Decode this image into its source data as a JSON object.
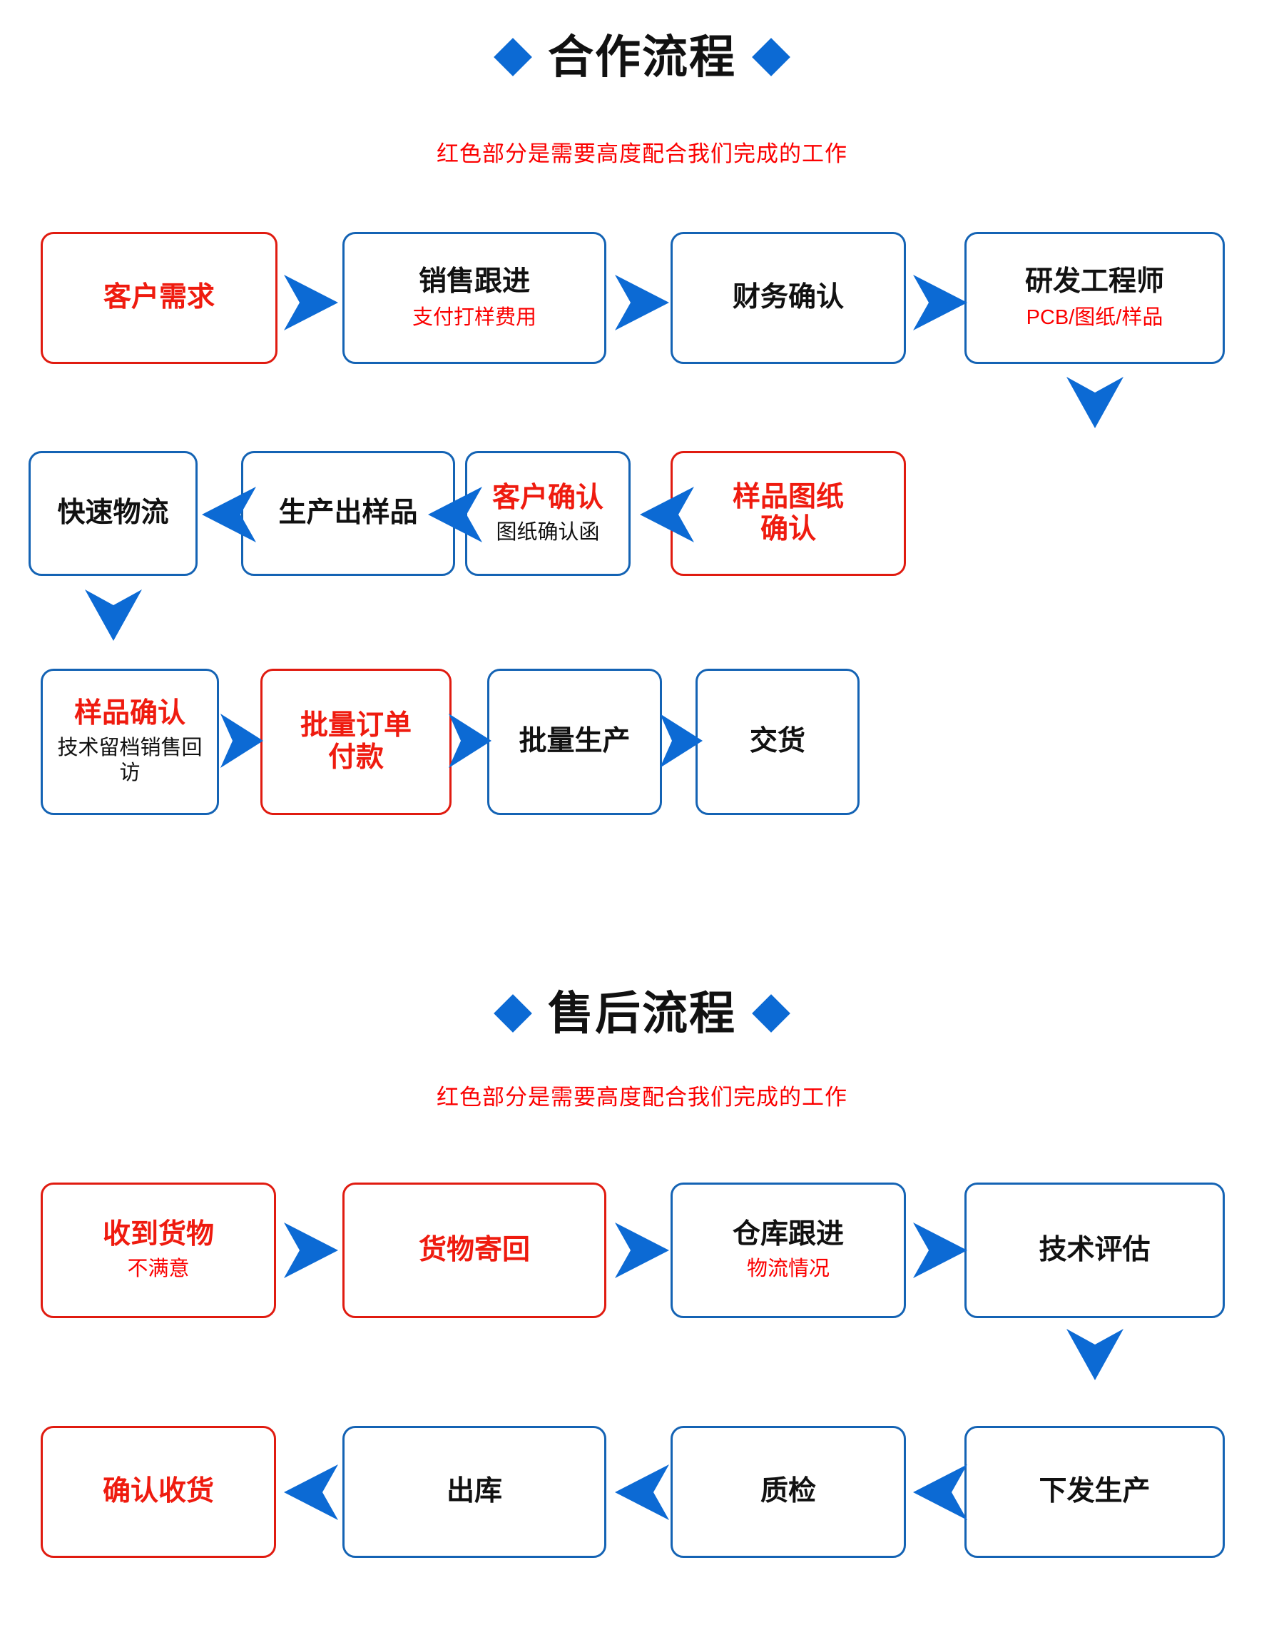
{
  "sections": [
    {
      "id": "cooperation",
      "title": "合作流程",
      "subtitle": "红色部分是需要高度配合我们完成的工作",
      "left_diamond": "diamond-icon",
      "right_diamond": "diamond-icon",
      "nodes": [
        {
          "id": "n1",
          "main": "客户需求",
          "main_color": "red",
          "border": "red",
          "sub": "",
          "sub_color": ""
        },
        {
          "id": "n2",
          "main": "销售跟进",
          "main_color": "black",
          "border": "blue",
          "sub": "支付打样费用",
          "sub_color": "red"
        },
        {
          "id": "n3",
          "main": "财务确认",
          "main_color": "black",
          "border": "blue",
          "sub": "",
          "sub_color": ""
        },
        {
          "id": "n4",
          "main": "研发工程师",
          "main_color": "black",
          "border": "blue",
          "sub": "PCB/图纸/样品",
          "sub_color": "red"
        },
        {
          "id": "n5",
          "main": "样品图纸\n确认",
          "main_color": "red",
          "border": "red",
          "sub": "",
          "sub_color": ""
        },
        {
          "id": "n6",
          "main": "客户确认",
          "main_color": "red",
          "border": "blue",
          "sub": "图纸确认函",
          "sub_color": "black"
        },
        {
          "id": "n7",
          "main": "生产出样品",
          "main_color": "black",
          "border": "blue",
          "sub": "",
          "sub_color": ""
        },
        {
          "id": "n8",
          "main": "快速物流",
          "main_color": "black",
          "border": "blue",
          "sub": "",
          "sub_color": ""
        },
        {
          "id": "n9",
          "main": "样品确认",
          "main_color": "red",
          "border": "blue",
          "sub": "技术留档销售回访",
          "sub_color": "black"
        },
        {
          "id": "n10",
          "main": "批量订单\n付款",
          "main_color": "red",
          "border": "red",
          "sub": "",
          "sub_color": ""
        },
        {
          "id": "n11",
          "main": "批量生产",
          "main_color": "black",
          "border": "blue",
          "sub": "",
          "sub_color": ""
        },
        {
          "id": "n12",
          "main": "交货",
          "main_color": "black",
          "border": "blue",
          "sub": "",
          "sub_color": ""
        }
      ],
      "arrows": [
        {
          "id": "a1",
          "dir": "right",
          "from": "n1",
          "to": "n2"
        },
        {
          "id": "a2",
          "dir": "right",
          "from": "n2",
          "to": "n3"
        },
        {
          "id": "a3",
          "dir": "right",
          "from": "n3",
          "to": "n4"
        },
        {
          "id": "a4",
          "dir": "down",
          "from": "n4",
          "to": "n5"
        },
        {
          "id": "a5",
          "dir": "left",
          "from": "n5",
          "to": "n6"
        },
        {
          "id": "a6",
          "dir": "left",
          "from": "n6",
          "to": "n7"
        },
        {
          "id": "a7",
          "dir": "left",
          "from": "n7",
          "to": "n8"
        },
        {
          "id": "a8",
          "dir": "down",
          "from": "n8",
          "to": "n9"
        },
        {
          "id": "a9",
          "dir": "right",
          "from": "n9",
          "to": "n10"
        },
        {
          "id": "a10",
          "dir": "right",
          "from": "n10",
          "to": "n11"
        },
        {
          "id": "a11",
          "dir": "right",
          "from": "n11",
          "to": "n12"
        }
      ]
    },
    {
      "id": "after-sales",
      "title": "售后流程",
      "subtitle": "红色部分是需要高度配合我们完成的工作",
      "left_diamond": "diamond-icon",
      "right_diamond": "diamond-icon",
      "nodes": [
        {
          "id": "m1",
          "main": "收到货物",
          "main_color": "red",
          "border": "red",
          "sub": "不满意",
          "sub_color": "red"
        },
        {
          "id": "m2",
          "main": "货物寄回",
          "main_color": "red",
          "border": "red",
          "sub": "",
          "sub_color": ""
        },
        {
          "id": "m3",
          "main": "仓库跟进",
          "main_color": "black",
          "border": "blue",
          "sub": "物流情况",
          "sub_color": "red"
        },
        {
          "id": "m4",
          "main": "技术评估",
          "main_color": "black",
          "border": "blue",
          "sub": "",
          "sub_color": ""
        },
        {
          "id": "m5",
          "main": "下发生产",
          "main_color": "black",
          "border": "blue",
          "sub": "",
          "sub_color": ""
        },
        {
          "id": "m6",
          "main": "质检",
          "main_color": "black",
          "border": "blue",
          "sub": "",
          "sub_color": ""
        },
        {
          "id": "m7",
          "main": "出库",
          "main_color": "black",
          "border": "blue",
          "sub": "",
          "sub_color": ""
        },
        {
          "id": "m8",
          "main": "确认收货",
          "main_color": "red",
          "border": "red",
          "sub": "",
          "sub_color": ""
        }
      ],
      "arrows": [
        {
          "id": "b1",
          "dir": "right",
          "from": "m1",
          "to": "m2"
        },
        {
          "id": "b2",
          "dir": "right",
          "from": "m2",
          "to": "m3"
        },
        {
          "id": "b3",
          "dir": "right",
          "from": "m3",
          "to": "m4"
        },
        {
          "id": "b4",
          "dir": "down",
          "from": "m4",
          "to": "m5"
        },
        {
          "id": "b5",
          "dir": "left",
          "from": "m5",
          "to": "m6"
        },
        {
          "id": "b6",
          "dir": "left",
          "from": "m6",
          "to": "m7"
        },
        {
          "id": "b7",
          "dir": "left",
          "from": "m7",
          "to": "m8"
        }
      ]
    }
  ],
  "colors": {
    "accent_blue": "#0c6ad4",
    "border_blue": "#1463b4",
    "accent_red": "#e01b10",
    "text_red": "#fb0000",
    "text_black": "#111111",
    "background": "#ffffff"
  }
}
